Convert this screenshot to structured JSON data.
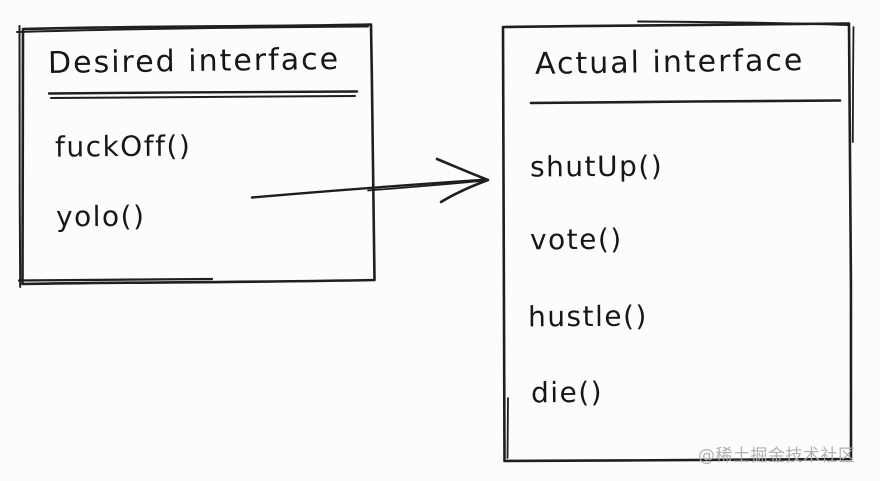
{
  "diagram": {
    "left_box": {
      "title": "Desired interface",
      "methods": [
        "fuckOff()",
        "yolo()"
      ]
    },
    "right_box": {
      "title": "Actual interface",
      "methods": [
        "shutUp()",
        "vote()",
        "hustle()",
        "die()"
      ]
    },
    "arrow": {
      "direction": "left-box-to-right-box"
    },
    "watermark": "@稀土掘金技术社区",
    "colors": {
      "ink": "#1f1f1f",
      "background": "#fcfcfc",
      "watermark_gray": "#adadad"
    }
  }
}
